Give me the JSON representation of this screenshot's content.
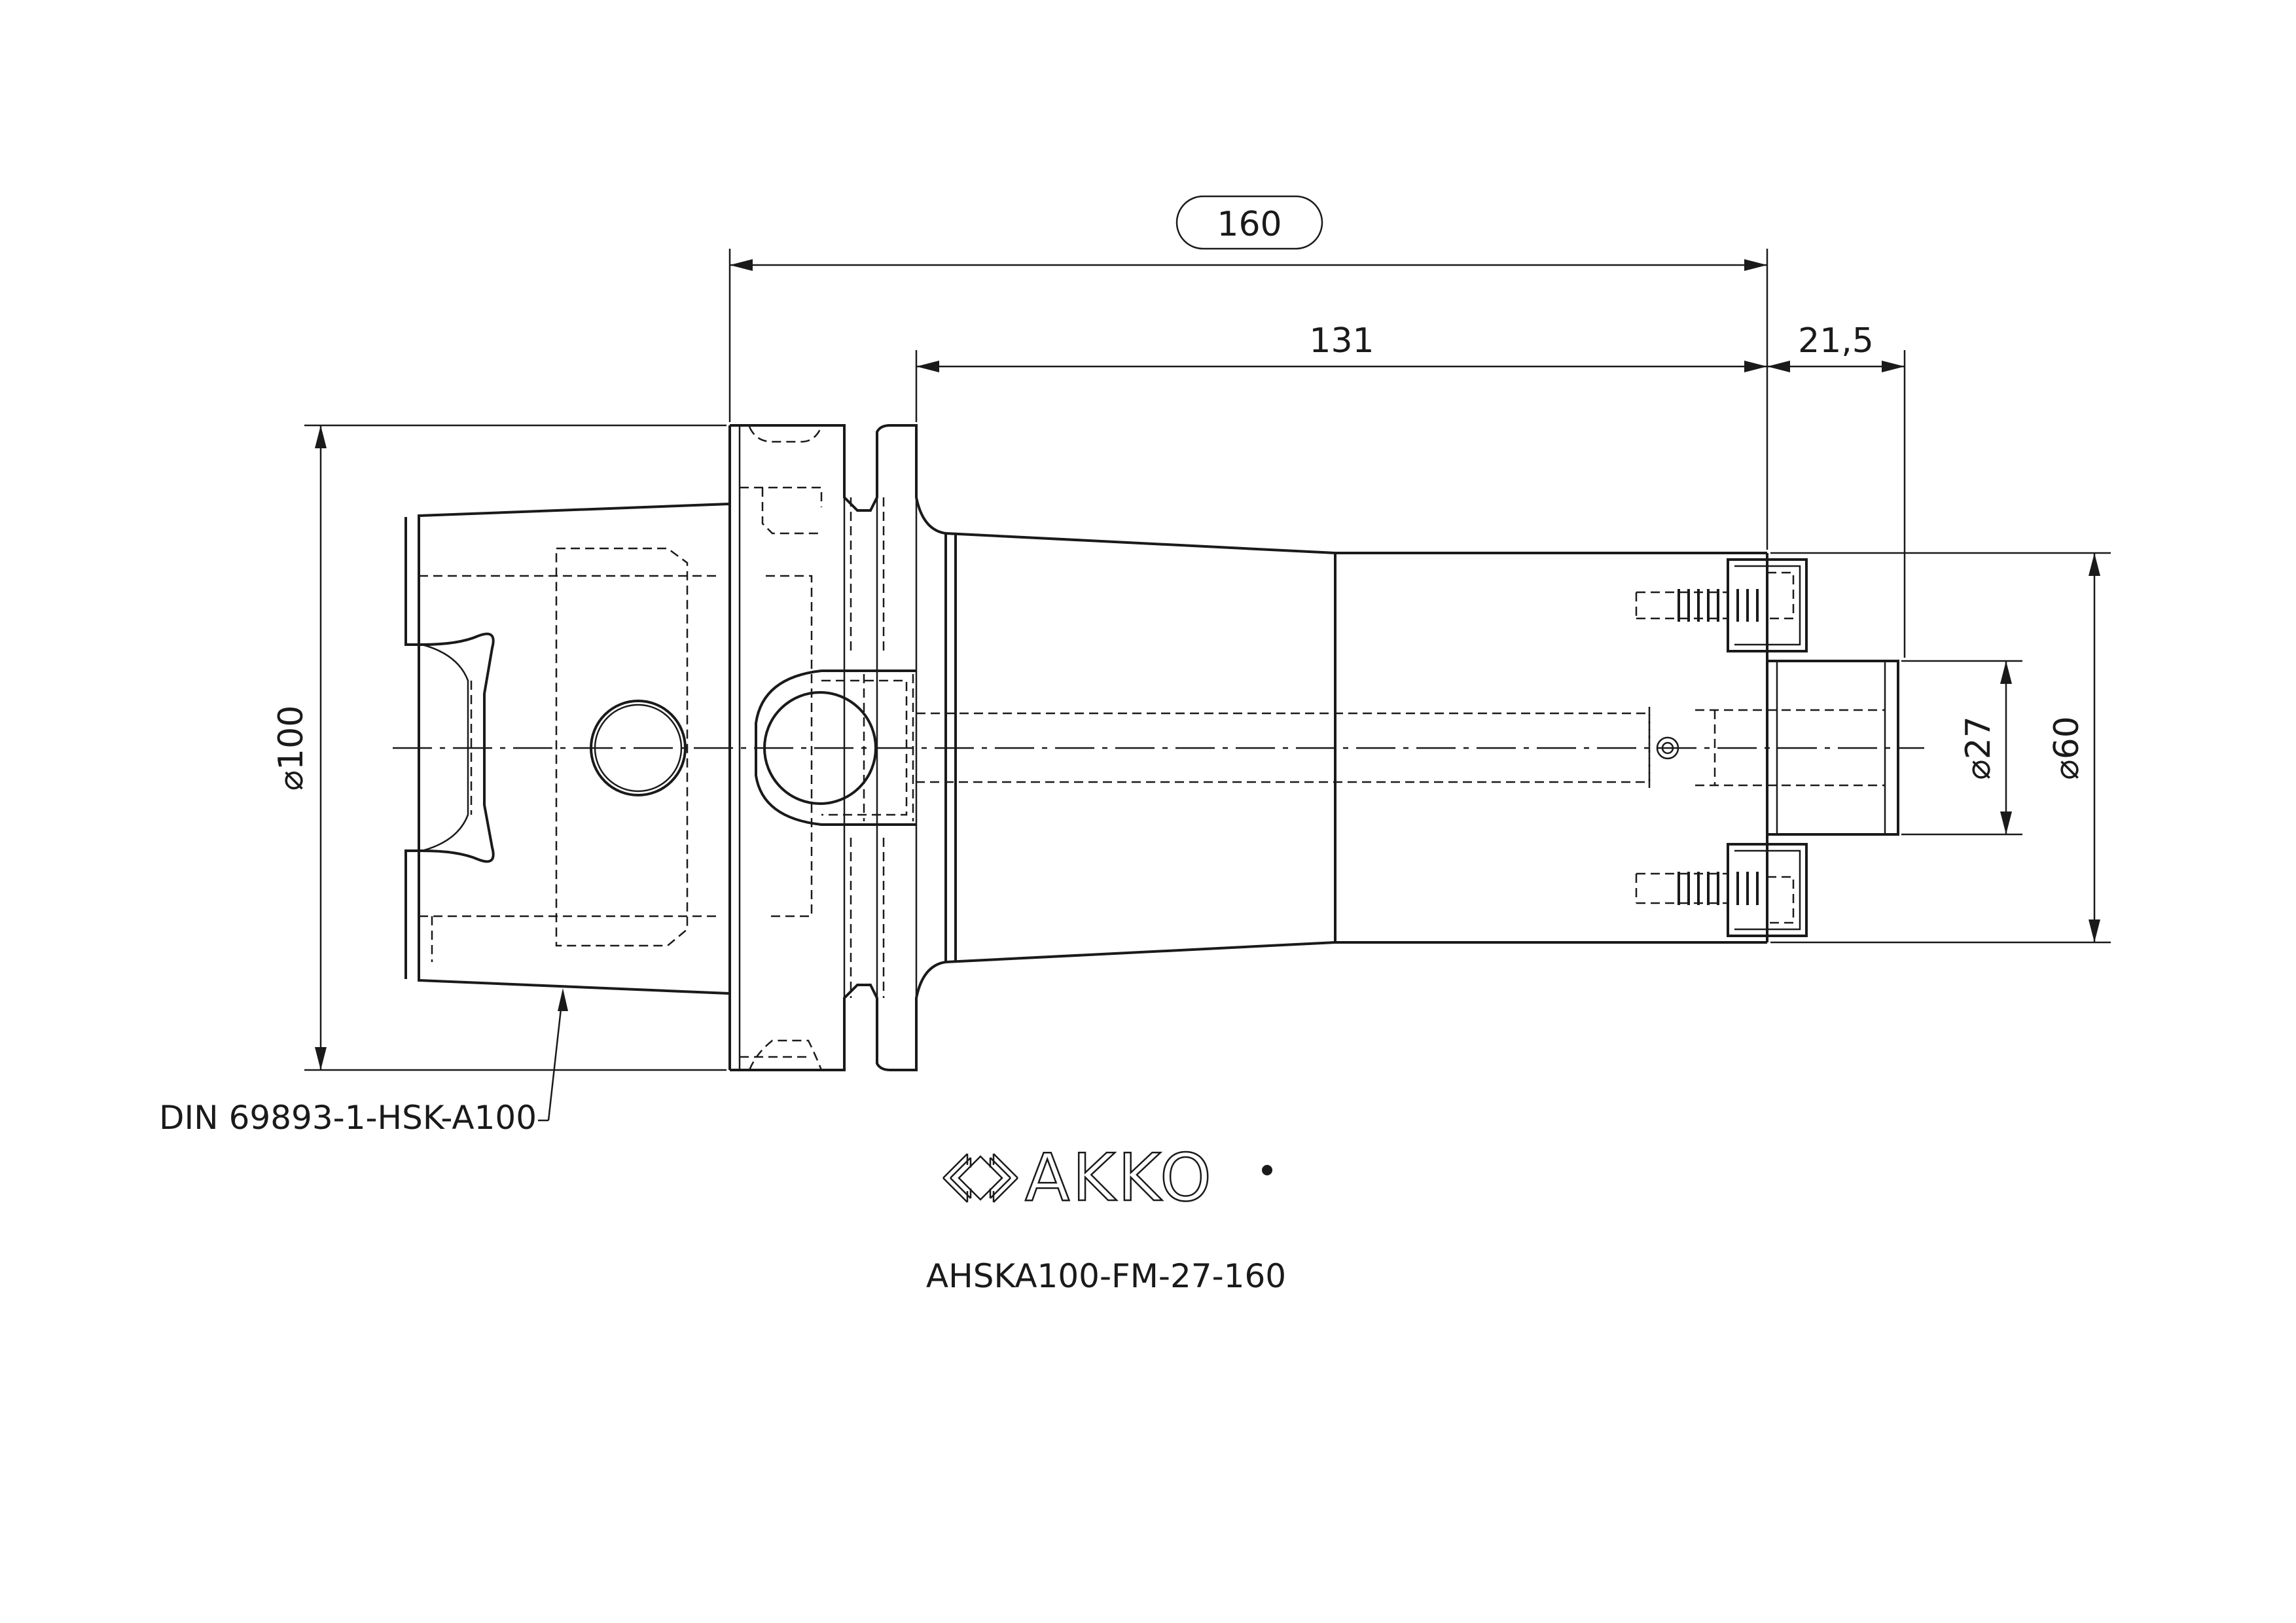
{
  "dimensions": {
    "overall_length": "160",
    "shank_length": "131",
    "pilot_length": "21,5",
    "flange_diameter": "⌀100",
    "pilot_diameter": "⌀27",
    "body_diameter": "⌀60"
  },
  "callout": {
    "standard": "DIN 69893-1-HSK-A100"
  },
  "brand": {
    "name": "AKKO"
  },
  "part_number": "AHSKA100-FM-27-160"
}
